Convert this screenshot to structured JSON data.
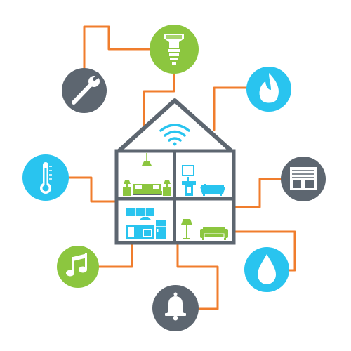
{
  "colors": {
    "background": "#ffffff",
    "wire": "#f07d2d",
    "house_outline": "#5d6670",
    "green": "#8cc63f",
    "blue": "#29c4ef",
    "gray": "#5d6670",
    "furniture_green": "#8cc63f",
    "furniture_blue": "#29c4ef"
  },
  "house": {
    "icon": "house-outline",
    "signal_icon": "wifi-icon",
    "rooms": [
      {
        "name": "bedroom",
        "items": [
          "ceiling-lamp-icon",
          "bed-icon",
          "nightstand-lamp-icon",
          "nightstand-lamp-icon"
        ]
      },
      {
        "name": "bathroom",
        "items": [
          "mirror-icon",
          "sink-icon",
          "bathtub-icon"
        ]
      },
      {
        "name": "kitchen",
        "items": [
          "kitchen-cabinet-icon",
          "stove-icon",
          "fridge-icon"
        ]
      },
      {
        "name": "living-room",
        "items": [
          "floor-lamp-icon",
          "sofa-icon"
        ]
      }
    ]
  },
  "nodes": [
    {
      "id": "light",
      "icon": "light-bulb-icon",
      "color": "green"
    },
    {
      "id": "tools",
      "icon": "wrench-icon",
      "color": "gray"
    },
    {
      "id": "heating",
      "icon": "flame-icon",
      "color": "blue"
    },
    {
      "id": "temperature",
      "icon": "thermometer-icon",
      "color": "blue"
    },
    {
      "id": "shutters",
      "icon": "window-blinds-icon",
      "color": "gray"
    },
    {
      "id": "music",
      "icon": "music-note-icon",
      "color": "green"
    },
    {
      "id": "water",
      "icon": "water-drop-icon",
      "color": "blue"
    },
    {
      "id": "alarm",
      "icon": "bell-icon",
      "color": "gray"
    }
  ]
}
